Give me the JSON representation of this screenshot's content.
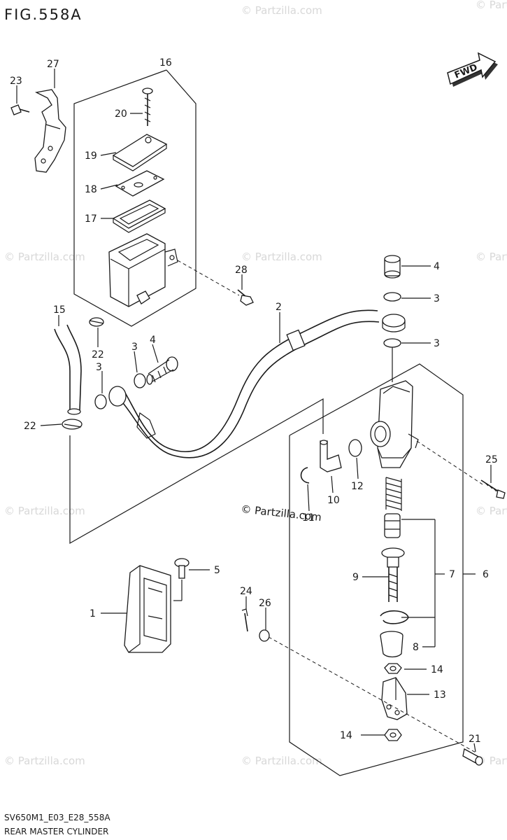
{
  "figure": {
    "title": "FIG.558A",
    "model_code": "SV650M1_E03_E28_558A",
    "caption": "REAR MASTER CYLINDER"
  },
  "watermark": {
    "text": "© Partzilla.com",
    "center_text": "© Partzilla.com"
  },
  "direction_badge": {
    "label": "FWD",
    "icon": "forward-arrow-icon"
  },
  "callouts": {
    "c1": "1",
    "c2": "2",
    "c3a": "3",
    "c3b": "3",
    "c3c": "3",
    "c3d": "3",
    "c4a": "4",
    "c4b": "4",
    "c5": "5",
    "c6": "6",
    "c7": "7",
    "c8": "8",
    "c9": "9",
    "c10": "10",
    "c11": "11",
    "c12": "12",
    "c13": "13",
    "c14a": "14",
    "c14b": "14",
    "c15": "15",
    "c16": "16",
    "c17": "17",
    "c18": "18",
    "c19": "19",
    "c20": "20",
    "c21": "21",
    "c22a": "22",
    "c22b": "22",
    "c23": "23",
    "c24": "24",
    "c25": "25",
    "c26": "26",
    "c27": "27",
    "c28": "28"
  }
}
